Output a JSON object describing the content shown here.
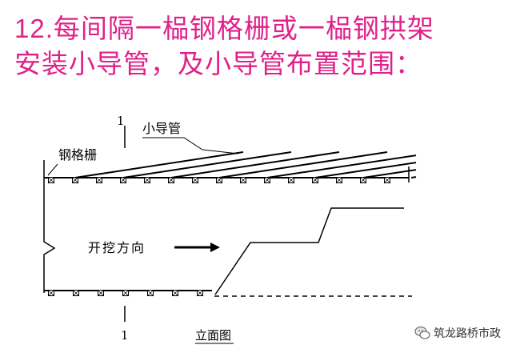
{
  "slide": {
    "title_number": "12.",
    "title_line1_rest": "每间隔一榀钢格栅或一榀钢拱架",
    "title_line2": "安装小导管，及小导管布置范围："
  },
  "diagram": {
    "label_pipe": "小导管",
    "label_grid": "钢格栅",
    "label_direction": "开挖方向",
    "section_mark_top": "1",
    "section_mark_bottom": "1",
    "caption": "立面图",
    "line_color": "#000000"
  },
  "watermark": {
    "icon": "wechat-icon",
    "text": "筑龙路桥市政"
  },
  "colors": {
    "title": "#e0218a",
    "background": "#ffffff"
  }
}
